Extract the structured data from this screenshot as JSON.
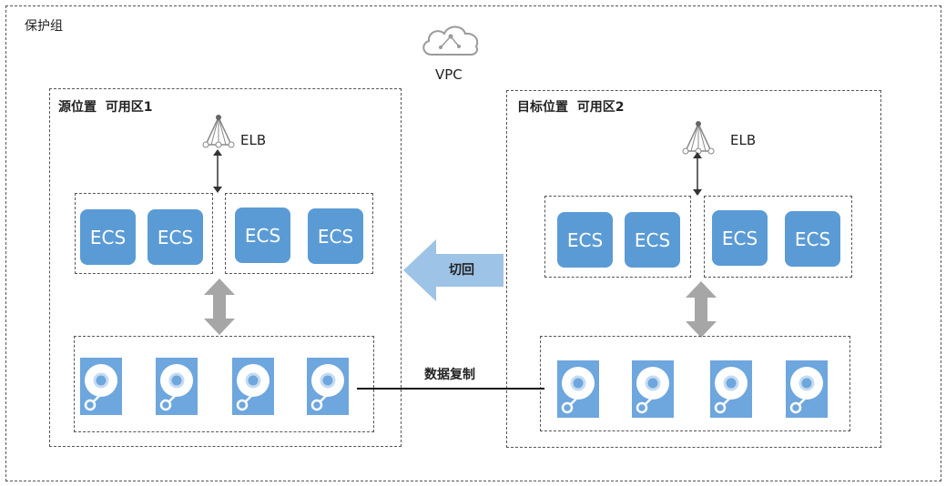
{
  "colors": {
    "ecs_fill": "#5b9bd5",
    "disk_fill": "#6ea6de",
    "failback_arrow": "#9dc3e6",
    "gray_arrow": "#a6a6a6",
    "border": "#555555"
  },
  "protection_group": {
    "label": "保护组"
  },
  "vpc": {
    "label": "VPC",
    "icon": "cloud-icon"
  },
  "source": {
    "title": "源位置  可用区1",
    "elb": {
      "label": "ELB",
      "icon": "elb-icon"
    },
    "ecs_groups": [
      {
        "instances": [
          "ECS",
          "ECS"
        ]
      },
      {
        "instances": [
          "ECS",
          "ECS"
        ]
      }
    ],
    "disks": [
      "disk",
      "disk",
      "disk",
      "disk"
    ]
  },
  "target": {
    "title": "目标位置  可用区2",
    "elb": {
      "label": "ELB",
      "icon": "elb-icon"
    },
    "ecs_groups": [
      {
        "instances": [
          "ECS",
          "ECS"
        ]
      },
      {
        "instances": [
          "ECS",
          "ECS"
        ]
      }
    ],
    "disks": [
      "disk",
      "disk",
      "disk",
      "disk"
    ]
  },
  "failback": {
    "label": "切回",
    "icon": "left-arrow-icon"
  },
  "replication": {
    "label": "数据复制"
  }
}
